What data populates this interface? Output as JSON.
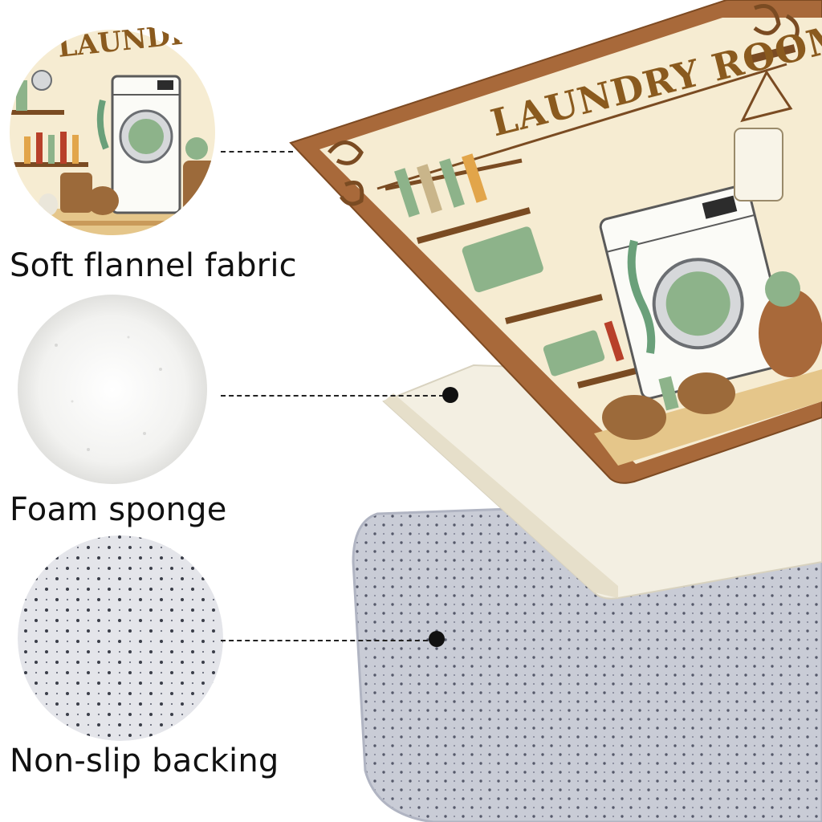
{
  "layers": [
    {
      "label": "Soft flannel fabric",
      "swatch_icon": "laundry-illustration-swatch"
    },
    {
      "label": "Foam sponge",
      "swatch_icon": "foam-texture-swatch"
    },
    {
      "label": "Non-slip backing",
      "swatch_icon": "dotted-backing-swatch"
    }
  ],
  "mat": {
    "printed_title": "LAUNDRY ROOM",
    "circle_title_fragment": "LAUNDRY R"
  },
  "colors": {
    "frame_brown": "#a8693a",
    "cream": "#f6ecd2",
    "wood": "#7a4b22",
    "green": "#8db38a",
    "foam": "#f3efe2",
    "backing_gray": "#c9ccd6",
    "text": "#111111"
  }
}
